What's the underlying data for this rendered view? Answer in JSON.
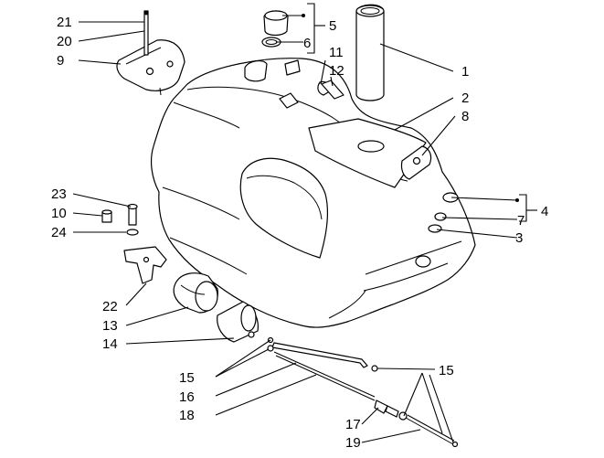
{
  "callouts": {
    "c1": "1",
    "c2": "2",
    "c3": "3",
    "c4": "4",
    "c5": "5",
    "c6": "6",
    "c7": "7",
    "c8": "8",
    "c9": "9",
    "c10": "10",
    "c11": "11",
    "c12": "12",
    "c13": "13",
    "c14": "14",
    "c15a": "15",
    "c15b": "15",
    "c16": "16",
    "c17": "17",
    "c18": "18",
    "c19": "19",
    "c20": "20",
    "c21": "21",
    "c22": "22",
    "c23": "23",
    "c24": "24"
  }
}
